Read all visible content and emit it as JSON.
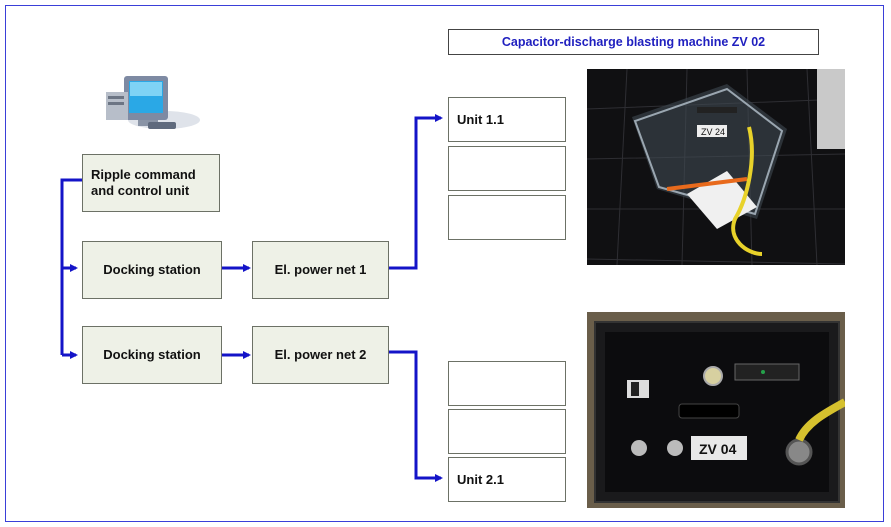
{
  "title": "Capacitor-discharge blasting machine ZV 02",
  "control_unit": "Ripple command\nand control unit",
  "docking_1": "Docking station",
  "docking_2": "Docking station",
  "power_net_1": "El. power net 1",
  "power_net_2": "El. power net 2",
  "units": [
    "Unit 1.1",
    "",
    "",
    "",
    "",
    "Unit 2.1"
  ],
  "photo_top_label": "ZV 24",
  "photo_bottom_label": "ZV 04",
  "colors": {
    "arrow": "#1414c8",
    "box_fill": "#eef1e7",
    "frame": "#3a3fd8",
    "title_text": "#1f1fbf"
  }
}
